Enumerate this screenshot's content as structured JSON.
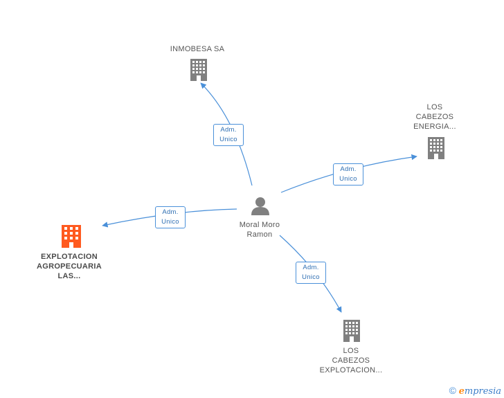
{
  "center": {
    "name_line1": "Moral Moro",
    "name_line2": "Ramon"
  },
  "companies": [
    {
      "id": "inmobesa",
      "lines": [
        "INMOBESA SA"
      ]
    },
    {
      "id": "cabezos-energia",
      "lines": [
        "LOS",
        "CABEZOS",
        "ENERGIA..."
      ]
    },
    {
      "id": "explotacion-agropecuaria",
      "lines": [
        "EXPLOTACION",
        "AGROPECUARIA",
        "LAS..."
      ]
    },
    {
      "id": "cabezos-explotacion",
      "lines": [
        "LOS",
        "CABEZOS",
        "EXPLOTACION..."
      ]
    }
  ],
  "relations": [
    {
      "line1": "Adm.",
      "line2": "Unico"
    },
    {
      "line1": "Adm.",
      "line2": "Unico"
    },
    {
      "line1": "Adm.",
      "line2": "Unico"
    },
    {
      "line1": "Adm.",
      "line2": "Unico"
    }
  ],
  "brand": {
    "copyright": "©",
    "e": "e",
    "rest": "mpresia"
  },
  "colors": {
    "edge": "#4a90d9",
    "building": "#808080",
    "highlight": "#ff5a1f",
    "person": "#808080"
  }
}
